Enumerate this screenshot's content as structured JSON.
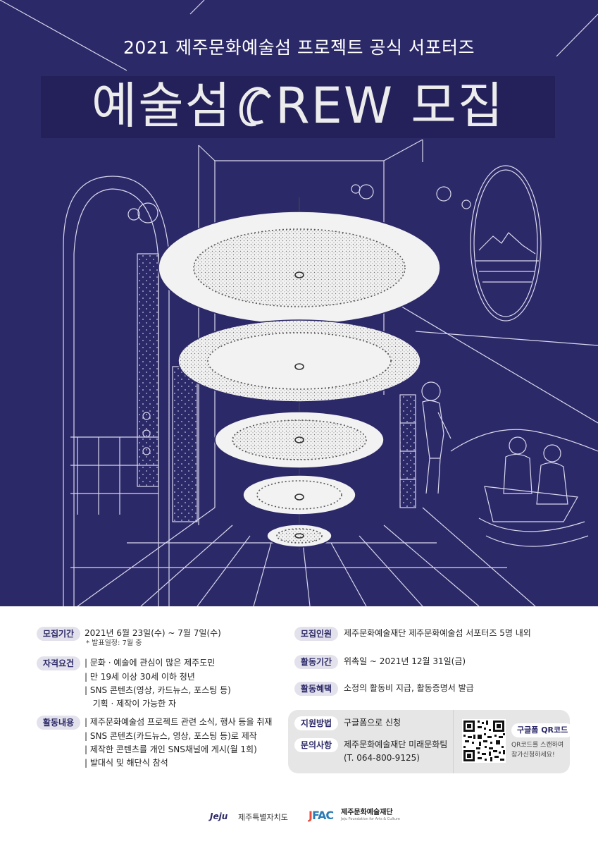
{
  "header": {
    "subtitle": "2021 제주문화예술섬 프로젝트 공식 서포터즈",
    "title_pre": "예술섬 ",
    "title_post": "REW 모집"
  },
  "details": {
    "recruit_period": {
      "label": "모집기간",
      "value": "2021년 6월 23일(수) ~ 7월 7일(수)",
      "note": "* 발표일정: 7월 중"
    },
    "qualification": {
      "label": "자격요건",
      "lines": [
        "| 문화 · 예술에 관심이 많은 제주도민",
        "| 만 19세 이상 30세 이하 청년",
        "| SNS 콘텐츠(영상, 카드뉴스, 포스팅 등)",
        "  기획 · 제작이 가능한 자"
      ]
    },
    "activities": {
      "label": "활동내용",
      "lines": [
        "| 제주문화예술섬 프로젝트 관련 소식, 행사 등을 취재",
        "| SNS 콘텐츠(카드뉴스, 영상, 포스팅 등)로 제작",
        "| 제작한 콘텐츠를 개인 SNS채널에 게시(월 1회)",
        "| 발대식 및 해단식 참석"
      ]
    },
    "recruit_count": {
      "label": "모집인원",
      "value": "제주문화예술재단 제주문화예술섬 서포터즈 5명 내외"
    },
    "activity_period": {
      "label": "활동기간",
      "value": "위촉일 ~ 2021년 12월 31일(금)"
    },
    "benefits": {
      "label": "활동혜택",
      "value": "소정의 활동비 지급, 활동증명서 발급"
    },
    "apply_method": {
      "label": "지원방법",
      "value": "구글폼으로 신청"
    },
    "contact": {
      "label": "문의사항",
      "line1": "제주문화예술재단 미래문화팀",
      "line2": "(T. 064-800-9125)"
    },
    "qr": {
      "label": "구글폼 QR코드",
      "note": "QR코드를 스캔하여 참가신청하세요!"
    }
  },
  "footer": {
    "logo1": "Jeju",
    "org1": "제주특별자치도",
    "logo2_j": "J",
    "logo2_rest": "FAC",
    "org2": "제주문화예술재단",
    "org2_sub": "Jeju Foundation for Arts & Culture"
  },
  "colors": {
    "navy": "#2c2968",
    "panel": "#e6e6e6",
    "label_bg": "#e3e2ec"
  }
}
